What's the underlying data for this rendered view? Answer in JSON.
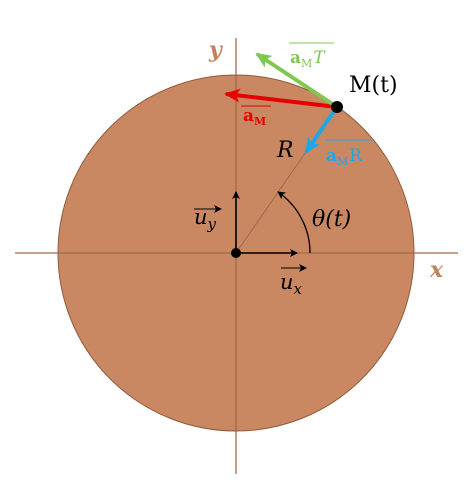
{
  "labels": {
    "axis_x": "x",
    "axis_y": "y",
    "point": "M(t)",
    "radius": "R",
    "angle": "θ(t)",
    "unit_x_base": "u",
    "unit_x_sub": "x",
    "unit_y_base": "u",
    "unit_y_sub": "y",
    "acc_base": "a",
    "acc_sub": "M",
    "acc_tangent_suffix": "T",
    "acc_radial_suffix": "R"
  },
  "colors": {
    "disk_fill": "#c98862",
    "disk_stroke": "#8f5b3d",
    "axis": "#a06a4a",
    "axis_label": "#c5805a",
    "ink": "#000000",
    "acceleration": "#e60000",
    "tangential": "#7ec850",
    "radial": "#1ea7e6"
  }
}
